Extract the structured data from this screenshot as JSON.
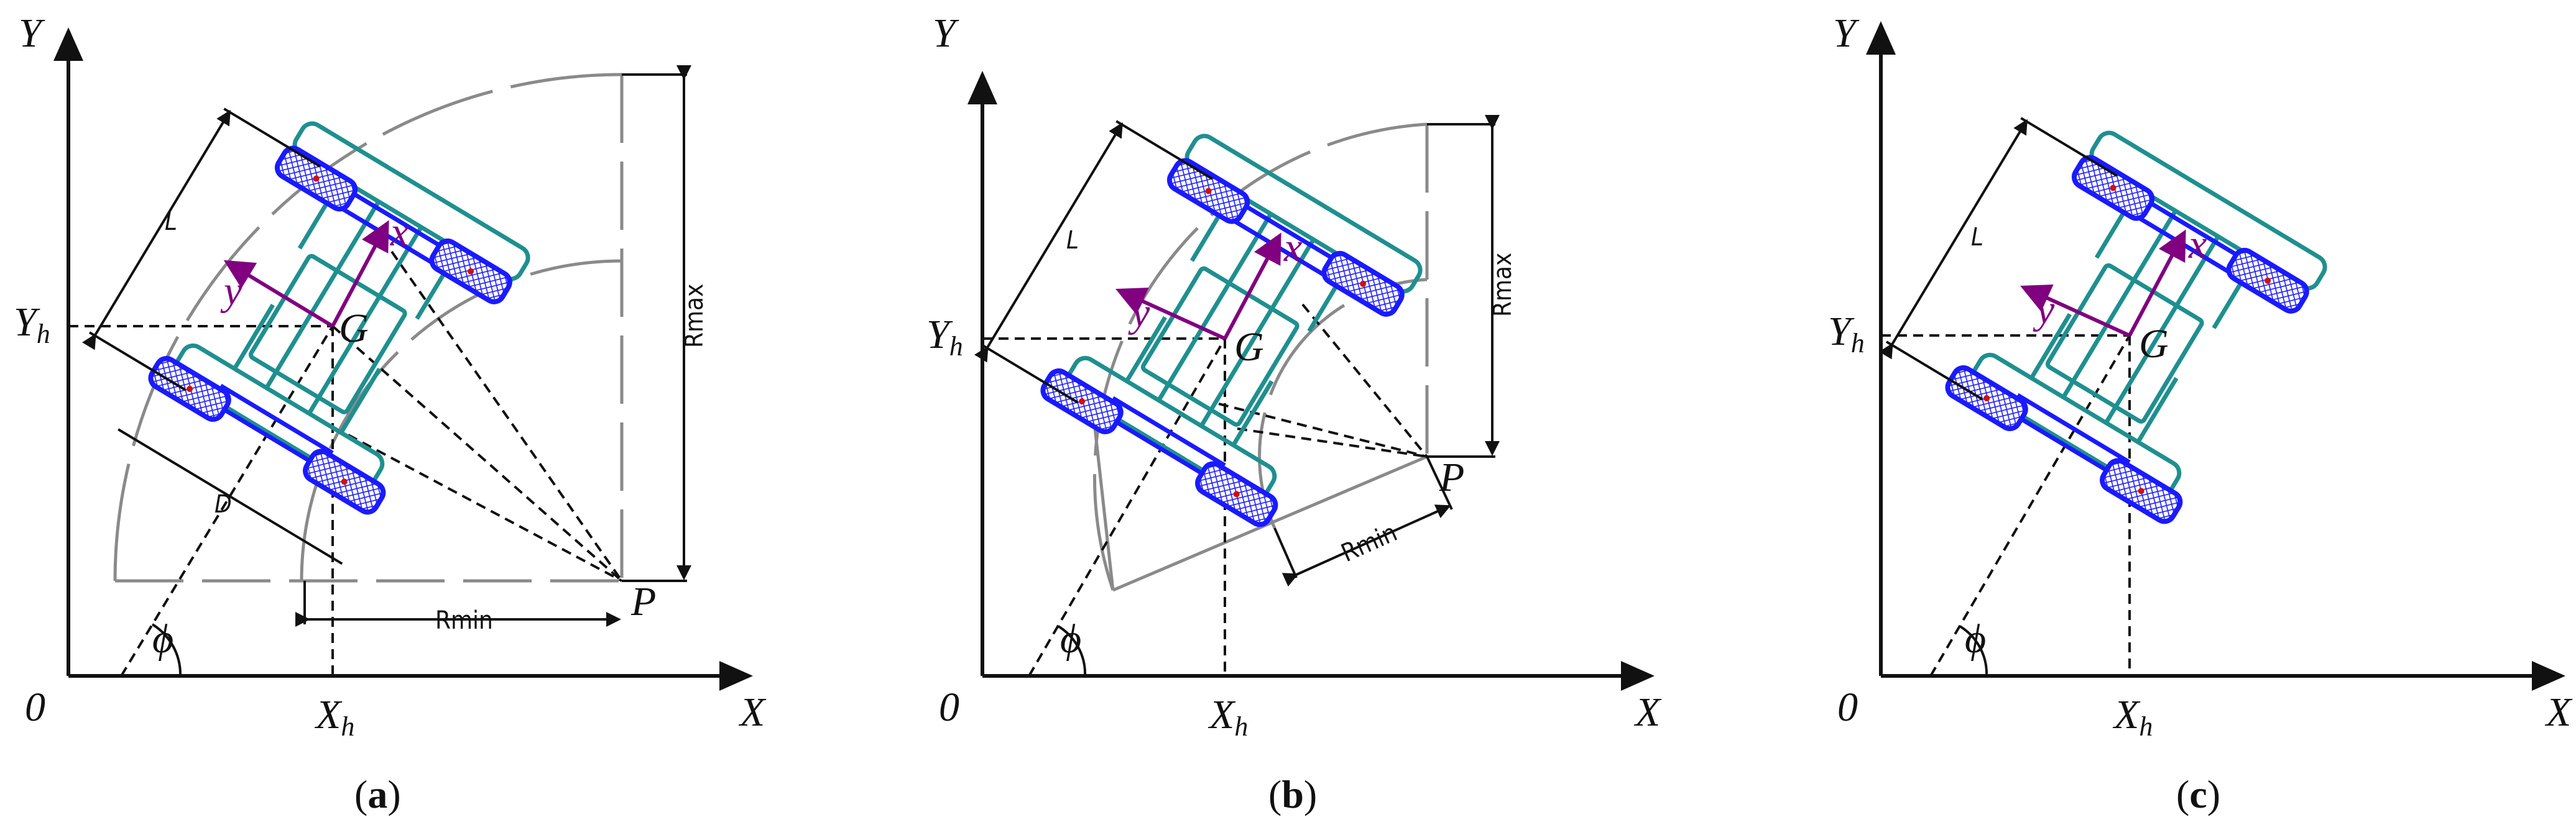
{
  "panels": [
    {
      "id": "a",
      "caption_letter": "a",
      "labels": {
        "origin": "0",
        "x_axis": "X",
        "y_axis": "Y",
        "xh_main": "X",
        "xh_sub": "h",
        "yh_main": "Y",
        "yh_sub": "h",
        "center": "G",
        "pivot": "P",
        "angle": "ϕ",
        "rmin": "Rmin",
        "rmax": "Rmax",
        "length": "L",
        "width": "D",
        "vec_x": "x",
        "vec_y": "y"
      }
    },
    {
      "id": "b",
      "caption_letter": "b",
      "labels": {
        "origin": "0",
        "x_axis": "X",
        "y_axis": "Y",
        "xh_main": "X",
        "xh_sub": "h",
        "yh_main": "Y",
        "yh_sub": "h",
        "center": "G",
        "pivot": "P",
        "angle": "ϕ",
        "rmin": "Rmin",
        "rmax": "Rmax",
        "length": "L",
        "vec_x": "x",
        "vec_y": "y"
      }
    },
    {
      "id": "c",
      "caption_letter": "c",
      "labels": {
        "origin": "0",
        "x_axis": "X",
        "y_axis": "Y",
        "xh_main": "X",
        "xh_sub": "h",
        "yh_main": "Y",
        "yh_sub": "h",
        "center": "G",
        "angle": "ϕ",
        "length": "L",
        "vec_x": "x",
        "vec_y": "y"
      }
    }
  ],
  "colors": {
    "axis": "#111111",
    "arc": "#8a8a8a",
    "chassis": "#1f8f8f",
    "wheel": "#1a1aff",
    "vector": "#800080",
    "center_mark": "#d01010"
  }
}
